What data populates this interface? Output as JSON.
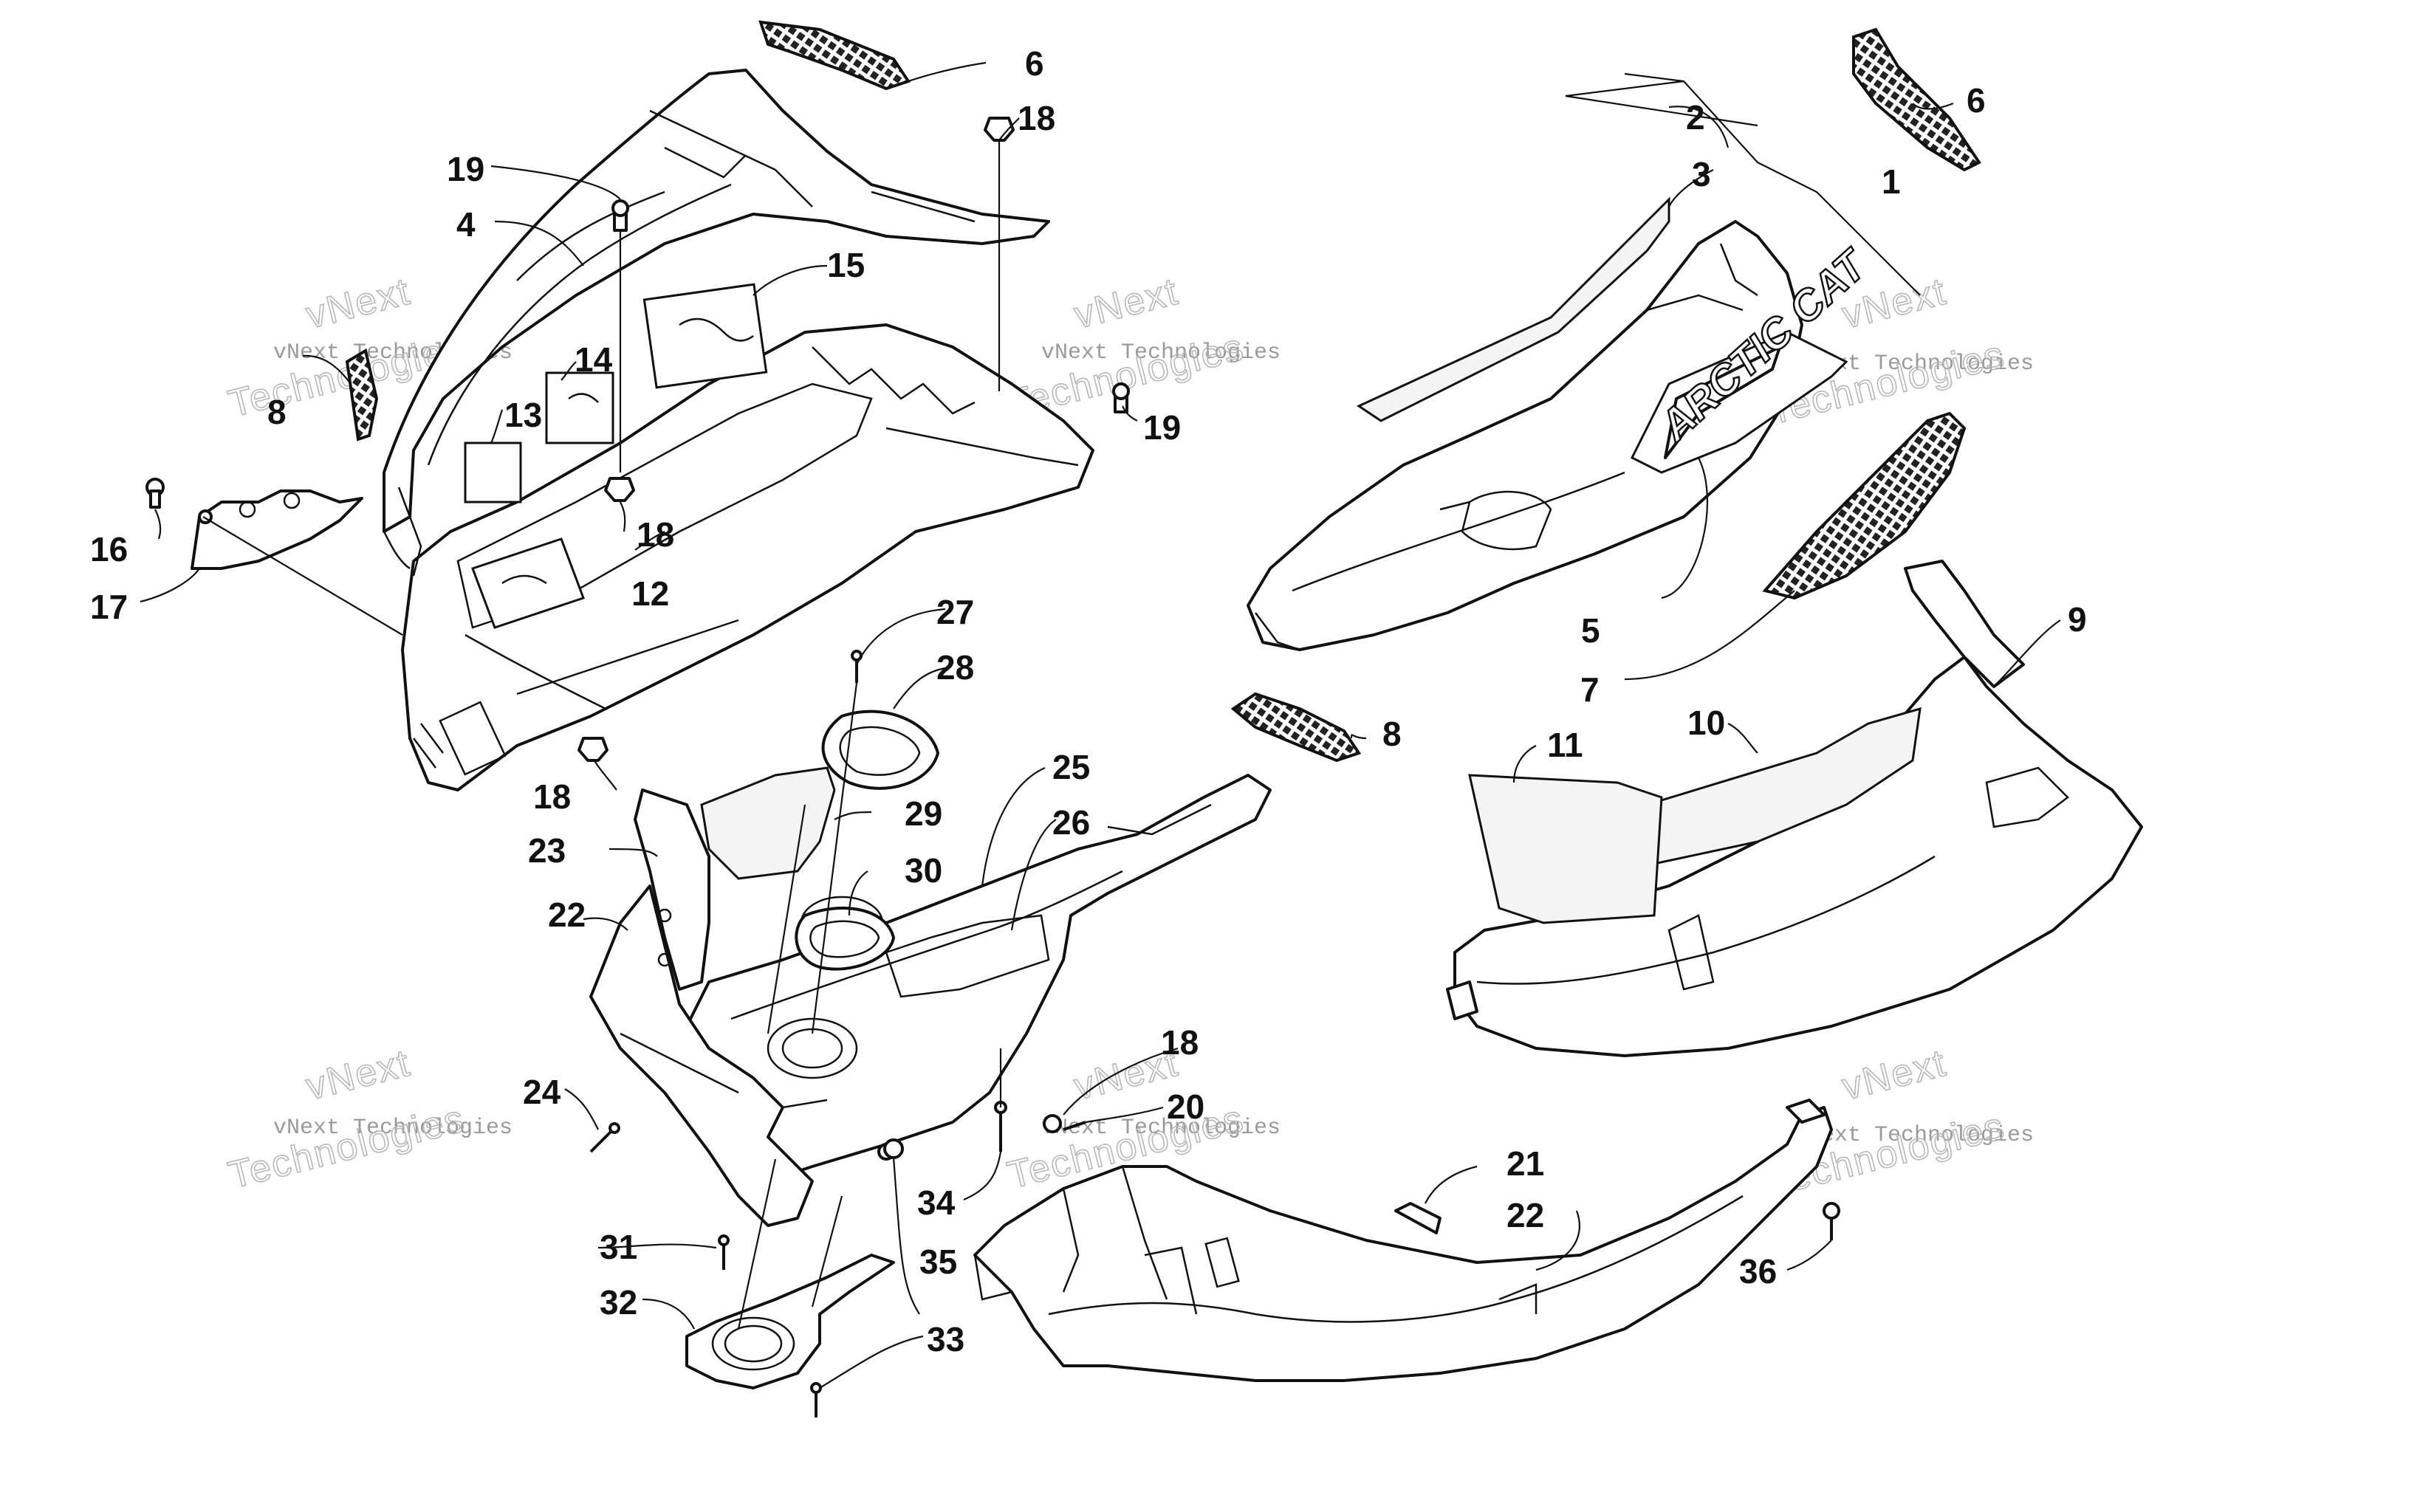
{
  "watermark": {
    "line1": "vNext Technologies",
    "line2": "Technologies",
    "vnext": "vNext"
  },
  "brand_text": "ARCTIC CAT",
  "callouts": [
    {
      "id": "c1",
      "text": "1"
    },
    {
      "id": "c2",
      "text": "2"
    },
    {
      "id": "c3",
      "text": "3"
    },
    {
      "id": "c4",
      "text": "4"
    },
    {
      "id": "c5",
      "text": "5"
    },
    {
      "id": "c6a",
      "text": "6"
    },
    {
      "id": "c6b",
      "text": "6"
    },
    {
      "id": "c7",
      "text": "7"
    },
    {
      "id": "c8a",
      "text": "8"
    },
    {
      "id": "c8b",
      "text": "8"
    },
    {
      "id": "c9",
      "text": "9"
    },
    {
      "id": "c10",
      "text": "10"
    },
    {
      "id": "c11",
      "text": "11"
    },
    {
      "id": "c12",
      "text": "12"
    },
    {
      "id": "c13",
      "text": "13"
    },
    {
      "id": "c14",
      "text": "14"
    },
    {
      "id": "c15",
      "text": "15"
    },
    {
      "id": "c16",
      "text": "16"
    },
    {
      "id": "c17",
      "text": "17"
    },
    {
      "id": "c18a",
      "text": "18"
    },
    {
      "id": "c18b",
      "text": "18"
    },
    {
      "id": "c18c",
      "text": "18"
    },
    {
      "id": "c18d",
      "text": "18"
    },
    {
      "id": "c19a",
      "text": "19"
    },
    {
      "id": "c19b",
      "text": "19"
    },
    {
      "id": "c20",
      "text": "20"
    },
    {
      "id": "c21",
      "text": "21"
    },
    {
      "id": "c22a",
      "text": "22"
    },
    {
      "id": "c22b",
      "text": "22"
    },
    {
      "id": "c23",
      "text": "23"
    },
    {
      "id": "c24",
      "text": "24"
    },
    {
      "id": "c25",
      "text": "25"
    },
    {
      "id": "c26",
      "text": "26"
    },
    {
      "id": "c27",
      "text": "27"
    },
    {
      "id": "c28",
      "text": "28"
    },
    {
      "id": "c29",
      "text": "29"
    },
    {
      "id": "c30",
      "text": "30"
    },
    {
      "id": "c31",
      "text": "31"
    },
    {
      "id": "c32",
      "text": "32"
    },
    {
      "id": "c33",
      "text": "33"
    },
    {
      "id": "c34",
      "text": "34"
    },
    {
      "id": "c35",
      "text": "35"
    },
    {
      "id": "c36",
      "text": "36"
    }
  ]
}
